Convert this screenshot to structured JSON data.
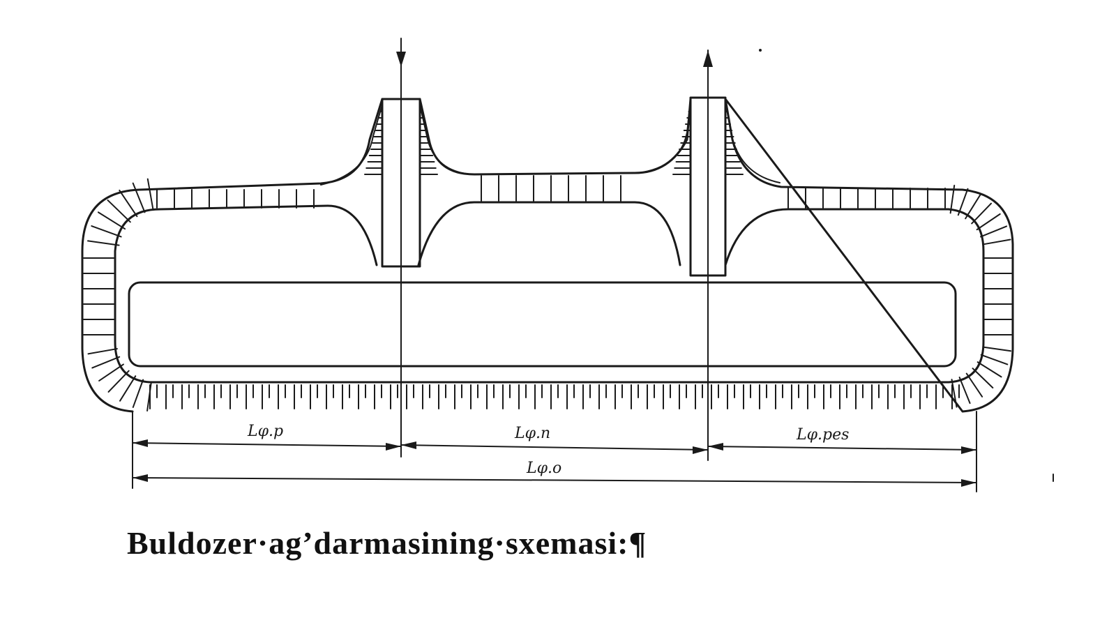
{
  "figure": {
    "labels": {
      "digging": "Lφ.p",
      "transport": "Lφ.n",
      "spreading": "Lφ.pes",
      "total": "Lφ.o"
    }
  },
  "caption": "Buldozer·ag’darmasining·sxemasi:¶",
  "colors": {
    "ink": "#1a1a1a",
    "background": "#ffffff"
  }
}
